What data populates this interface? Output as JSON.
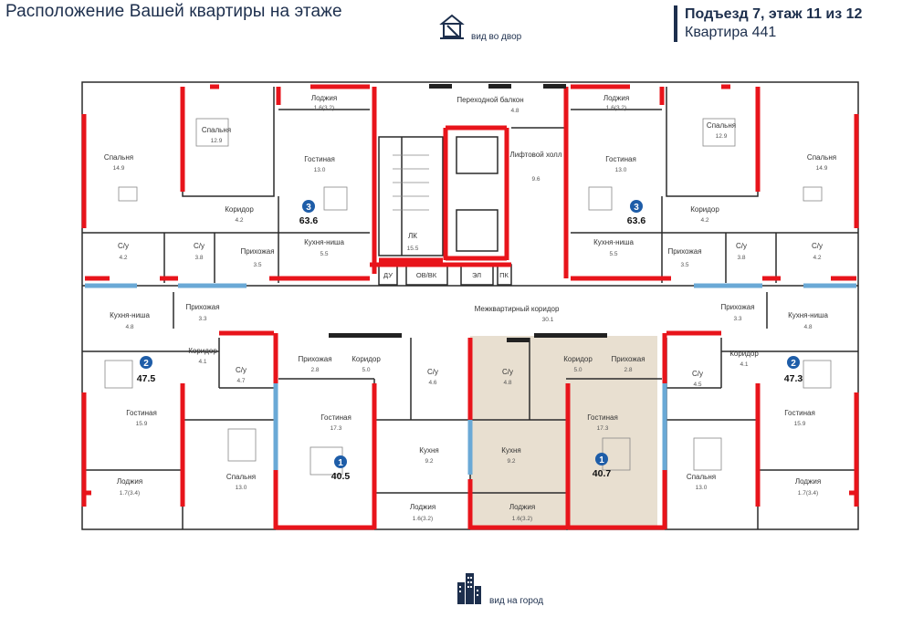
{
  "header": {
    "title": "Расположение Вашей квартиры на этаже",
    "entrance": "Подъезд 7, этаж 11 из 12",
    "apartment": "Квартира 441"
  },
  "views": {
    "yard": "вид во двор",
    "city": "вид на город"
  },
  "colors": {
    "exterior_wall": "#e8141b",
    "window": "#6aa9d6",
    "wall": "#222222",
    "highlight": "#e8dfd0",
    "badge": "#1e5da8"
  },
  "rooms": {
    "loggia_tl": {
      "name": "Лоджия",
      "area": "1.6(3.2)"
    },
    "bedroom_tl1": {
      "name": "Спальня",
      "area": "14.9"
    },
    "bedroom_tl2": {
      "name": "Спальня",
      "area": "12.9"
    },
    "living_tl": {
      "name": "Гостиная",
      "area": "13.0"
    },
    "corridor_tl": {
      "name": "Коридор",
      "area": "4.2"
    },
    "hall_tl": {
      "name": "Прихожая",
      "area": "3.5"
    },
    "kitchen_tl": {
      "name": "Кухня-ниша",
      "area": "5.5"
    },
    "bath_tl1": {
      "name": "С/у",
      "area": "4.2"
    },
    "bath_tl2": {
      "name": "С/у",
      "area": "3.8"
    },
    "balcony": {
      "name": "Переходной балкон",
      "area": "4.8"
    },
    "lift_hall": {
      "name": "Лифтовой холл",
      "area": "9.6"
    },
    "stairs": {
      "name": "ЛК",
      "area": "15.5"
    },
    "du": {
      "name": "ДУ"
    },
    "ovvk": {
      "name": "ОВ/ВК"
    },
    "el": {
      "name": "ЭЛ"
    },
    "pk": {
      "name": "ПК"
    },
    "loggia_tr": {
      "name": "Лоджия",
      "area": "1.6(3.2)"
    },
    "living_tr": {
      "name": "Гостиная",
      "area": "13.0"
    },
    "kitchen_tr": {
      "name": "Кухня-ниша",
      "area": "5.5"
    },
    "bedroom_tr1": {
      "name": "Спальня",
      "area": "12.9"
    },
    "bedroom_tr2": {
      "name": "Спальня",
      "area": "14.9"
    },
    "corridor_tr": {
      "name": "Коридор",
      "area": "4.2"
    },
    "hall_tr": {
      "name": "Прихожая",
      "area": "3.5"
    },
    "bath_tr1": {
      "name": "С/у",
      "area": "3.8"
    },
    "bath_tr2": {
      "name": "С/у",
      "area": "4.2"
    },
    "common_corridor": {
      "name": "Межквартирный коридор",
      "area": "30.1"
    },
    "kitchen_ml": {
      "name": "Кухня-ниша",
      "area": "4.8"
    },
    "hall_ml": {
      "name": "Прихожая",
      "area": "3.3"
    },
    "corridor_ml": {
      "name": "Коридор",
      "area": "4.1"
    },
    "bath_ml": {
      "name": "С/у",
      "area": "4.7"
    },
    "living_ml": {
      "name": "Гостиная",
      "area": "15.9"
    },
    "bedroom_ml": {
      "name": "Спальня",
      "area": "13.0"
    },
    "loggia_ml": {
      "name": "Лоджия",
      "area": "1.7(3.4)"
    },
    "hall_m1": {
      "name": "Прихожая",
      "area": "2.8"
    },
    "corridor_m1": {
      "name": "Коридор",
      "area": "5.0"
    },
    "living_m1": {
      "name": "Гостиная",
      "area": "17.3"
    },
    "bath_m1": {
      "name": "С/у",
      "area": "4.6"
    },
    "kitchen_m1": {
      "name": "Кухня",
      "area": "9.2"
    },
    "loggia_m1": {
      "name": "Лоджия",
      "area": "1.6(3.2)"
    },
    "bath_m2": {
      "name": "С/у",
      "area": "4.8"
    },
    "kitchen_m2": {
      "name": "Кухня",
      "area": "9.2"
    },
    "loggia_m2": {
      "name": "Лоджия",
      "area": "1.6(3.2)"
    },
    "corridor_m2": {
      "name": "Коридор",
      "area": "5.0"
    },
    "hall_m2": {
      "name": "Прихожая",
      "area": "2.8"
    },
    "living_m2": {
      "name": "Гостиная",
      "area": "17.3"
    },
    "hall_mr": {
      "name": "Прихожая",
      "area": "3.3"
    },
    "kitchen_mr": {
      "name": "Кухня-ниша",
      "area": "4.8"
    },
    "corridor_mr": {
      "name": "Коридор",
      "area": "4.1"
    },
    "bath_mr": {
      "name": "С/у",
      "area": "4.5"
    },
    "living_mr": {
      "name": "Гостиная",
      "area": "15.9"
    },
    "bedroom_mr": {
      "name": "Спальня",
      "area": "13.0"
    },
    "loggia_mr": {
      "name": "Лоджия",
      "area": "1.7(3.4)"
    }
  },
  "apartments": [
    {
      "rooms": "3",
      "area": "63.6"
    },
    {
      "rooms": "3",
      "area": "63.6"
    },
    {
      "rooms": "2",
      "area": "47.5"
    },
    {
      "rooms": "1",
      "area": "40.5"
    },
    {
      "rooms": "1",
      "area": "40.7"
    },
    {
      "rooms": "2",
      "area": "47.3"
    }
  ]
}
